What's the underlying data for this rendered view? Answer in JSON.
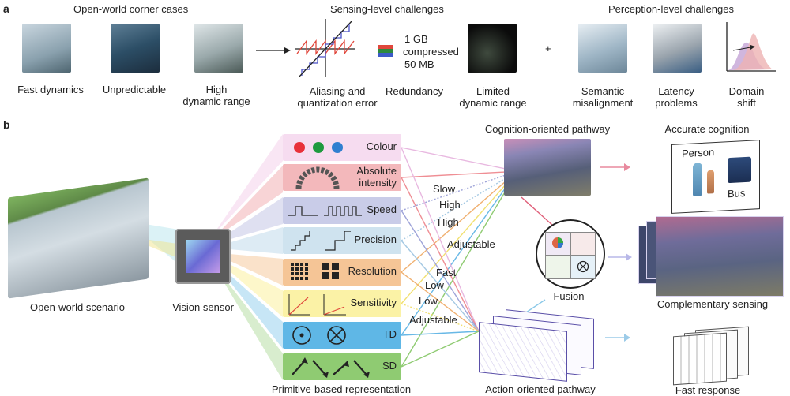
{
  "panel_a": {
    "label": "a",
    "header_corner": "Open-world corner cases",
    "header_sensing": "Sensing-level challenges",
    "header_perception": "Perception-level challenges",
    "corner_cases": [
      "Fast dynamics",
      "Unpredictable",
      "High",
      "dynamic range"
    ],
    "sensing": {
      "aliasing_1": "Aliasing and",
      "aliasing_2": "quantization error",
      "redundancy": "Redundancy",
      "size_1": "1 GB",
      "size_2": "compressed",
      "size_3": "50 MB",
      "limited_1": "Limited",
      "limited_2": "dynamic range"
    },
    "plus": "+",
    "perception": {
      "semantic_1": "Semantic",
      "semantic_2": "misalignment",
      "latency_1": "Latency",
      "latency_2": "problems",
      "domain_1": "Domain",
      "domain_2": "shift"
    }
  },
  "panel_b": {
    "label": "b",
    "scenario": "Open-world scenario",
    "sensor": "Vision sensor",
    "primitives_caption": "Primitive-based representation",
    "primitives": [
      "Colour",
      "Absolute",
      "intensity",
      "Speed",
      "Precision",
      "Resolution",
      "Sensitivity",
      "TD",
      "SD"
    ],
    "annotations": [
      "Slow",
      "High",
      "High",
      "Adjustable",
      "Fast",
      "Low",
      "Low",
      "Adjustable"
    ],
    "cognition_pathway": "Cognition-oriented pathway",
    "action_pathway": "Action-oriented pathway",
    "fusion": "Fusion",
    "accurate_cognition": "Accurate cognition",
    "person": "Person",
    "bus": "Bus",
    "complementary": "Complementary sensing",
    "fast_response": "Fast response"
  },
  "colors": {
    "colour": "#f6dcf0",
    "intensity": "#f3b8bb",
    "speed": "#c9cce8",
    "precision": "#cfe3ef",
    "resolution": "#f5c596",
    "sensitivity": "#fbf2a6",
    "td": "#5fb7e6",
    "sd": "#8fcb72"
  }
}
